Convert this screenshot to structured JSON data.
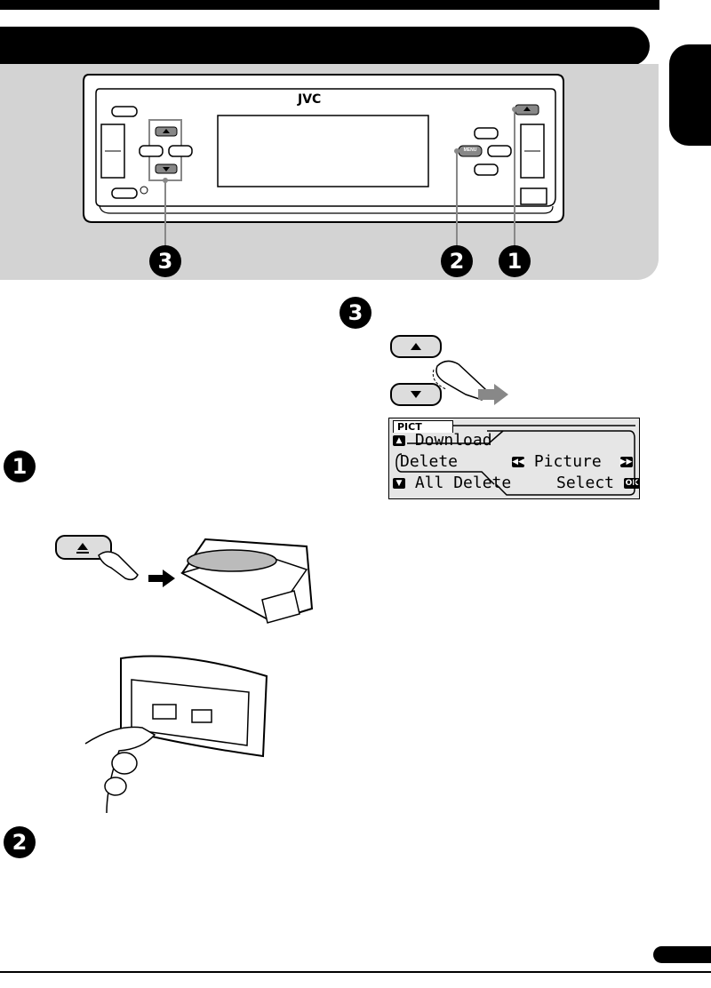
{
  "brand": {
    "logo_text": "JVC"
  },
  "unit_labels": {
    "menu_button": "MENU"
  },
  "steps": {
    "one": "1",
    "two": "2",
    "three": "3"
  },
  "display": {
    "header": "PICT",
    "line1": "Download",
    "line2": "Delete",
    "line2_right": "Picture",
    "line3": "All Delete",
    "line3_right": "Select",
    "ok_key": "OK"
  },
  "icons": {
    "eject": "eject-icon",
    "up": "up-arrow-icon",
    "down": "down-arrow-icon",
    "prev": "prev-track-icon",
    "next": "next-track-icon"
  },
  "colors": {
    "panel": "#d3d3d3",
    "ink": "#000000",
    "lcd": "#e6e6e6"
  }
}
